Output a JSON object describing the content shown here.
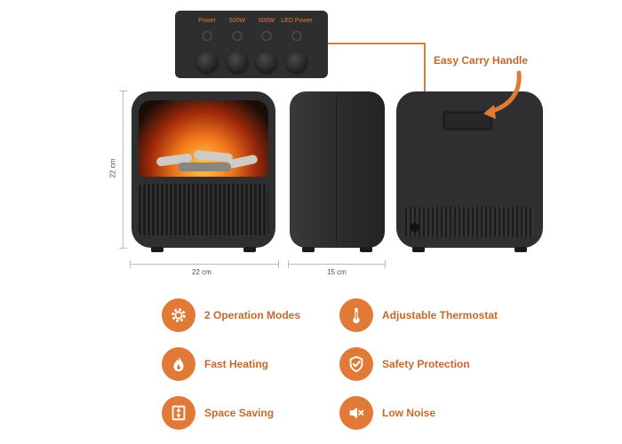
{
  "control_panel": {
    "labels": [
      "Power",
      "500W",
      "500W",
      "LED Power"
    ]
  },
  "callout": {
    "label": "Easy Carry Handle"
  },
  "dimensions": {
    "height": "22 cm",
    "width": "22 cm",
    "depth": "15 cm"
  },
  "features": [
    {
      "label": "2 Operation Modes",
      "icon": "gear-icon"
    },
    {
      "label": "Adjustable Thermostat",
      "icon": "thermometer-icon"
    },
    {
      "label": "Fast Heating",
      "icon": "flame-icon"
    },
    {
      "label": "Safety Protection",
      "icon": "shield-check-icon"
    },
    {
      "label": "Space Saving",
      "icon": "compress-icon"
    },
    {
      "label": "Low Noise",
      "icon": "speaker-mute-icon"
    }
  ],
  "colors": {
    "accent": "#e07a36",
    "text_accent": "#c4692d",
    "body": "#2f2f31"
  }
}
